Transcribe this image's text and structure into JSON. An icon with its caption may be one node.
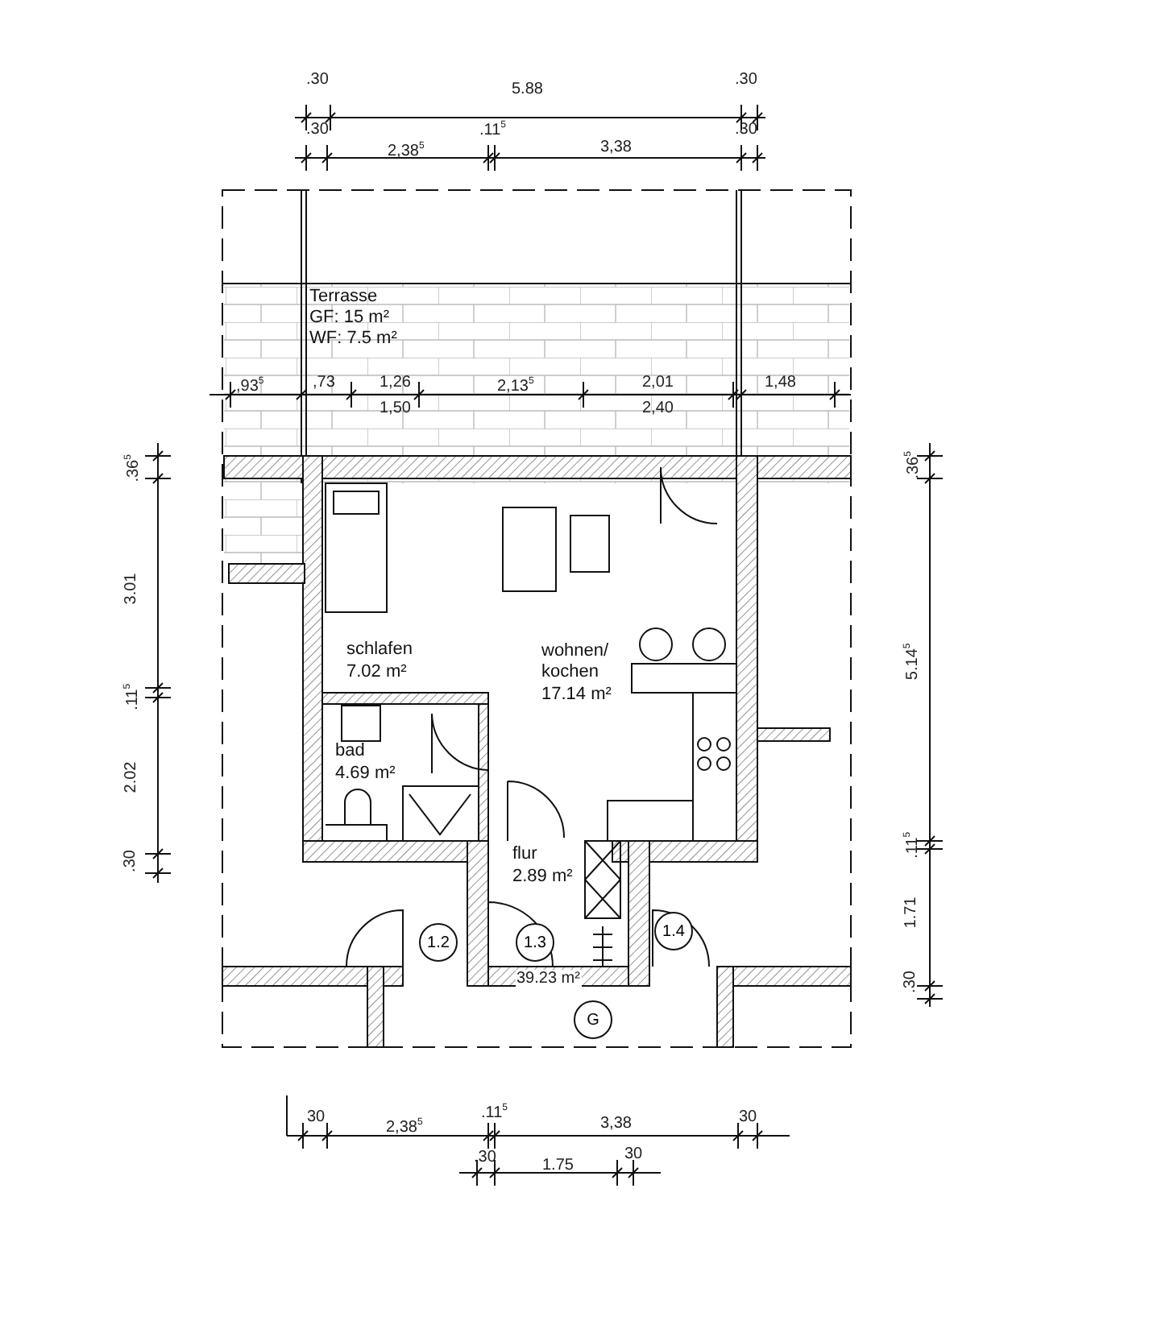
{
  "diagram": {
    "nodes": [
      {
        "text": [
          "Terrasse",
          "GF: 15 m²",
          "WF: 7.5 m²"
        ]
      },
      {
        "text": [
          "schlafen",
          "7.02 m²"
        ]
      },
      {
        "text": [
          "wohnen/ kochen",
          "17.14 m²"
        ]
      },
      {
        "text": [
          "bad",
          "4.69 m²"
        ]
      },
      {
        "text": [
          "flur",
          "2.89 m²"
        ]
      },
      {
        "text": [
          "1.2"
        ]
      },
      {
        "text": [
          "1.3"
        ]
      },
      {
        "text": [
          "1.4"
        ]
      },
      {
        "text": [
          "G"
        ]
      }
    ],
    "labels": [
      ".30",
      "5.88",
      ".30",
      ".30",
      "2,38$^{5}$",
      ".11$^{5}$",
      "3,38",
      ".30",
      ",93$^{5}$",
      ",73",
      "1,26",
      "2,13$^{5}$",
      "2,01",
      "1,48",
      "1,50",
      "2,40",
      ".36$^{5}$",
      "3.01",
      ".11$^{5}$",
      "2.02",
      ".30",
      ".36$^{5}$",
      "5.14$^{5}$",
      ".11$^{5}$",
      "1.71",
      ".30",
      "39.23 m²",
      "30",
      "2,38$^{5}$",
      ".11$^{5}$",
      "3,38",
      "30",
      ".30",
      "1.75",
      "30"
    ]
  }
}
